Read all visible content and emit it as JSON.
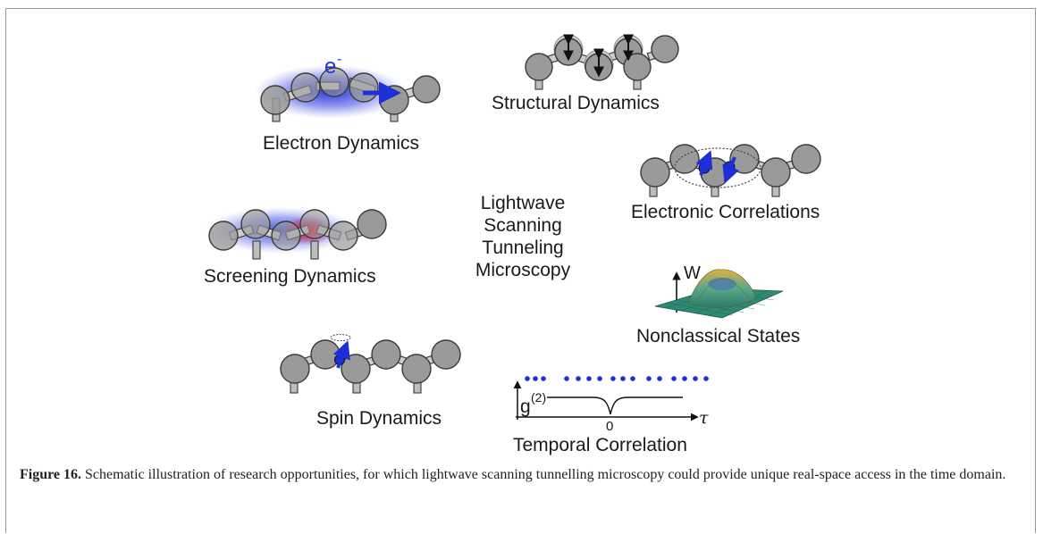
{
  "labels": {
    "electron_dynamics": "Electron Dynamics",
    "electron_symbol": "e",
    "electron_charge": "-",
    "structural_dynamics": "Structural Dynamics",
    "electronic_correlations": "Electronic Correlations",
    "screening_dynamics": "Screening Dynamics",
    "nonclassical_states": "Nonclassical States",
    "wigner_axis": "W",
    "spin_dynamics": "Spin Dynamics",
    "temporal_correlation": "Temporal Correlation",
    "g2_base": "g",
    "g2_sup": "(2)",
    "tau_zero": "0",
    "tau_axis": "τ"
  },
  "center_lines": [
    "Lightwave",
    "Scanning",
    "Tunneling",
    "Microscopy"
  ],
  "caption": {
    "figure_label": "Figure 16.",
    "text": " Schematic illustration of research opportunities, for which lightwave scanning tunnelling microscopy could provide unique real-space access in the time domain."
  },
  "colors": {
    "atom": "#9a9a9a",
    "electron_blue": "#1f2fd6",
    "screening_red": "#ff2020",
    "photon_dots": "#1f2fd6"
  }
}
